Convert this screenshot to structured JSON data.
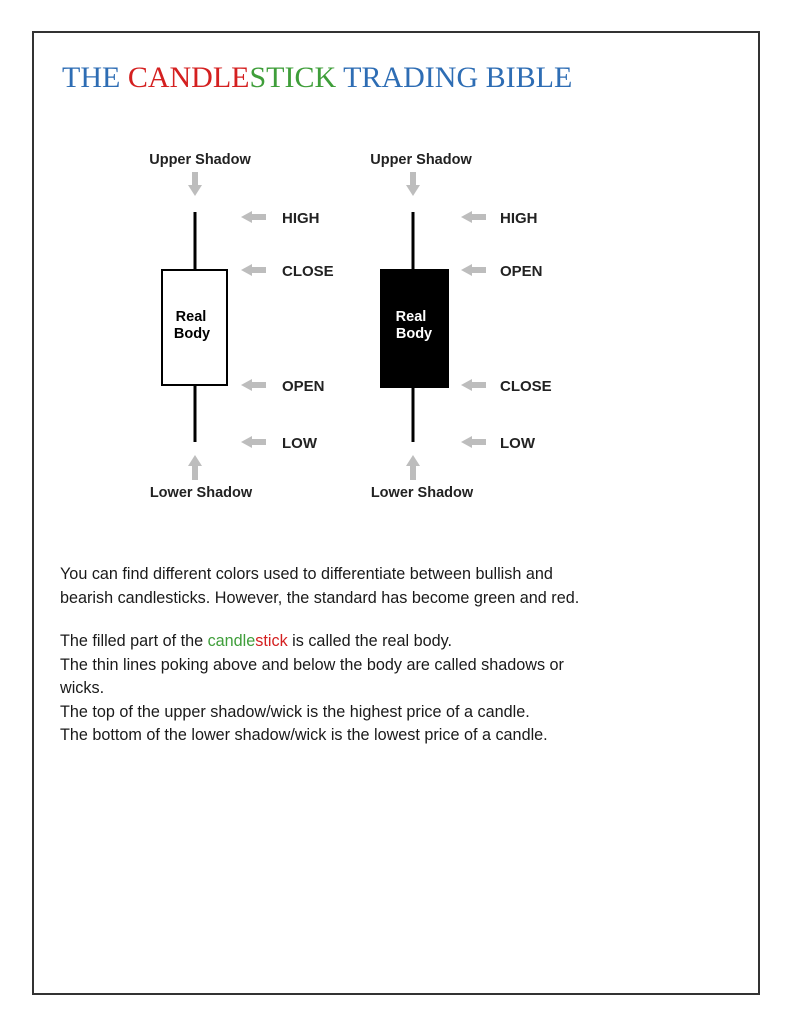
{
  "title": {
    "part1": "THE ",
    "part2": "CANDLE",
    "part3": "STICK",
    "part4": " TRADING BIBLE",
    "colors": {
      "blue": "#2e6db4",
      "red": "#d42020",
      "green": "#3f9e3a"
    }
  },
  "diagram": {
    "bullish": {
      "upper_shadow": "Upper Shadow",
      "lower_shadow": "Lower Shadow",
      "body_line1": "Real",
      "body_line2": "Body",
      "high": "HIGH",
      "close": "CLOSE",
      "open": "OPEN",
      "low": "LOW",
      "body_fill": "#ffffff"
    },
    "bearish": {
      "upper_shadow": "Upper Shadow",
      "lower_shadow": "Lower Shadow",
      "body_line1": "Real",
      "body_line2": "Body",
      "high": "HIGH",
      "open": "OPEN",
      "close": "CLOSE",
      "low": "LOW",
      "body_fill": "#000000"
    }
  },
  "paragraph1": {
    "line1": "You can find different colors used to differentiate between bullish and",
    "line2": "bearish candlesticks. However, the standard has become green and red."
  },
  "paragraph2": {
    "line1_before": "The filled part of the ",
    "line1_word_a": "candle",
    "line1_word_b": "stick",
    "line1_after": " is called the real body.",
    "line2": "The thin lines poking above and below the body are called shadows or",
    "line3": "wicks.",
    "line4": "The top of the upper shadow/wick is the highest price of a candle.",
    "line5": "The bottom of the lower shadow/wick is the lowest price of a candle."
  }
}
